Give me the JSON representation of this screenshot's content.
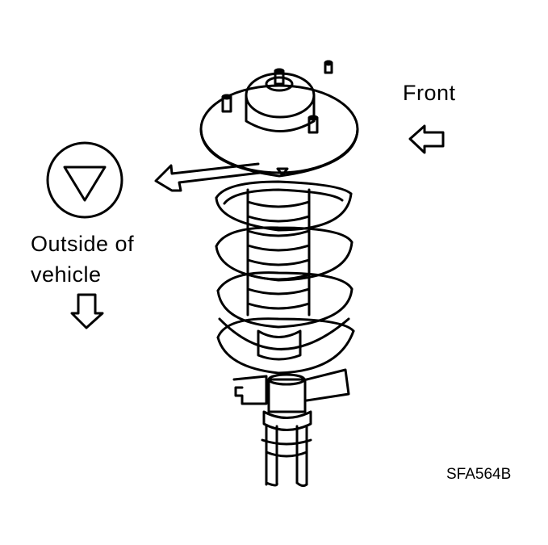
{
  "labels": {
    "front": "Front",
    "outside_line1": "Outside  of",
    "outside_line2": "vehicle",
    "figure_code": "SFA564B"
  },
  "icons": {
    "mark_symbol": "triangle-down-circle-icon",
    "front_arrow": "arrow-left-outline-icon",
    "outside_arrow": "arrow-down-outline-icon",
    "pointer_arrow": "arrow-left-pointer-icon"
  },
  "colors": {
    "ink": "#000000",
    "paper": "#ffffff"
  }
}
